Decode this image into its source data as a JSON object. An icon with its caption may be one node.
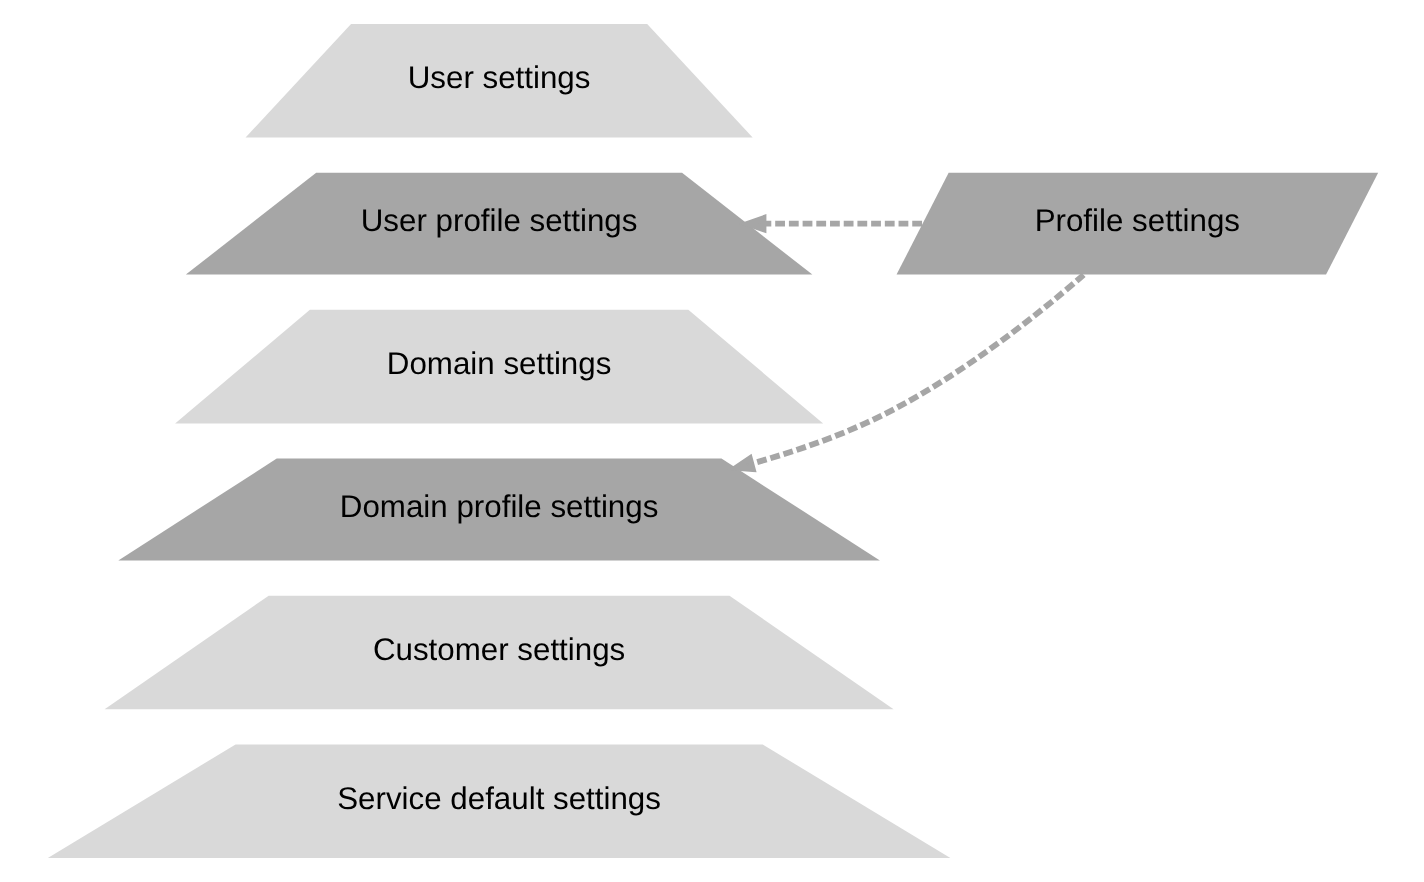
{
  "diagram": {
    "nodes": [
      {
        "text": [
          "User settings"
        ]
      },
      {
        "text": [
          "User profile settings"
        ]
      },
      {
        "text": [
          "Domain settings"
        ]
      },
      {
        "text": [
          "Domain profile settings"
        ]
      },
      {
        "text": [
          "Customer settings"
        ]
      },
      {
        "text": [
          "Service default settings"
        ]
      },
      {
        "text": [
          "Profile settings"
        ]
      }
    ],
    "edges": [
      {
        "from": 6,
        "to": 1,
        "arrow": "to",
        "style": "dashed"
      },
      {
        "from": 6,
        "to": 3,
        "arrow": "to",
        "style": "dashed"
      }
    ]
  }
}
